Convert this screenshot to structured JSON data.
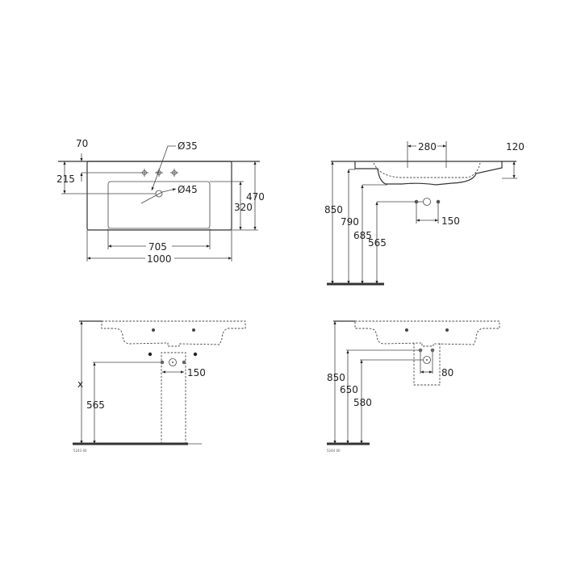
{
  "plan_view": {
    "dim_70": "70",
    "dim_215": "215",
    "dim_tap_hole": "Ø35",
    "dim_drain_hole": "Ø45",
    "dim_320": "320",
    "dim_470": "470",
    "dim_705": "705",
    "dim_1000": "1000"
  },
  "side_view": {
    "dim_280": "280",
    "dim_120": "120",
    "dim_850": "850",
    "dim_790": "790",
    "dim_685": "685",
    "dim_565": "565",
    "dim_150": "150"
  },
  "pedestal_view": {
    "dim_x": "x",
    "dim_565": "565",
    "dim_150": "150",
    "code": "5243 00"
  },
  "semi_pedestal_view": {
    "dim_850": "850",
    "dim_650": "650",
    "dim_580": "580",
    "dim_80": "80",
    "code": "5244 00"
  }
}
